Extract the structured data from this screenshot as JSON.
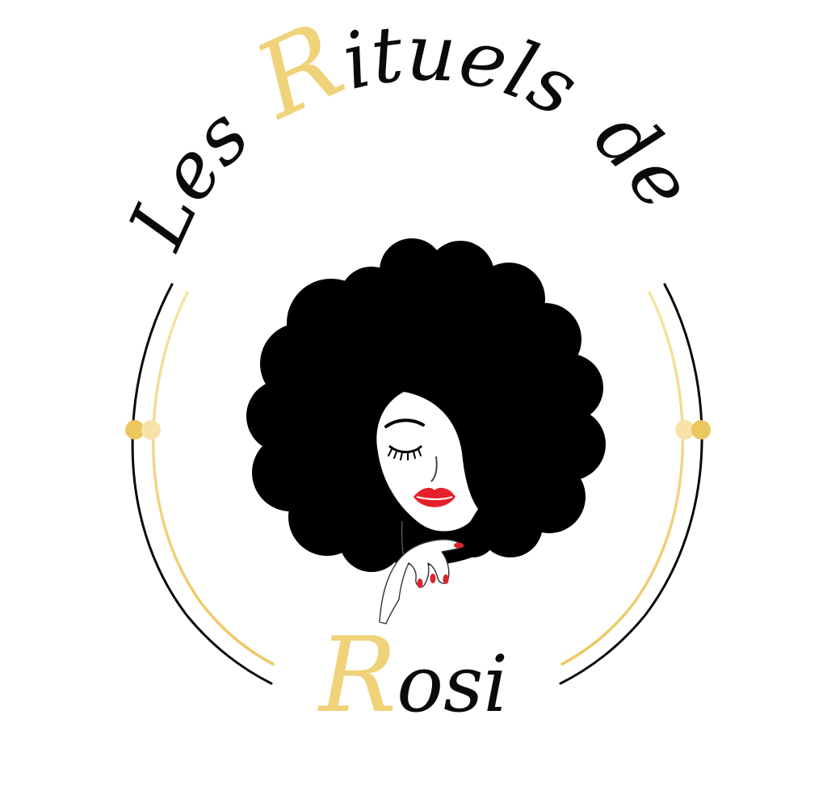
{
  "logo": {
    "arc_text": {
      "les": "Les",
      "r_initial": "R",
      "ituels": "ituels",
      "de": "de"
    },
    "bottom_text": {
      "r_initial": "R",
      "osi": "osi"
    }
  },
  "colors": {
    "background": "#ffffff",
    "ink": "#0a0a0a",
    "gold": "#f0d27a",
    "gold_light": "#f7e3a8",
    "lips": "#e5202a",
    "nails": "#d8262d"
  },
  "icons": {
    "emblem": "woman-silhouette-icon",
    "ring_ornament": "double-dot-icon"
  }
}
